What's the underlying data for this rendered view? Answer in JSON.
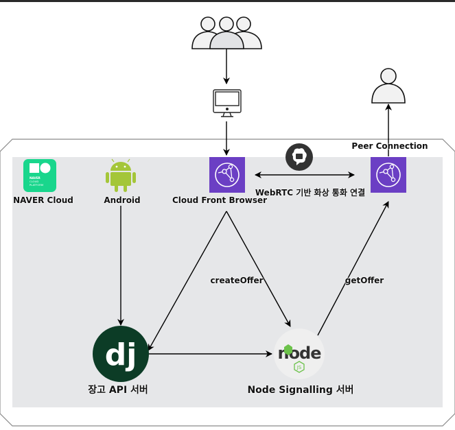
{
  "diagram": {
    "title": "WebRTC video call architecture",
    "nodes": {
      "users_group": {
        "label": "",
        "icon": "users-group-icon"
      },
      "desktop": {
        "label": "",
        "icon": "desktop-monitor-icon"
      },
      "peer_user": {
        "label": "",
        "icon": "user-icon"
      },
      "naver_cloud": {
        "label": "NAVER Cloud",
        "icon": "naver-cloud-platform-logo",
        "logo_text": [
          "NAVER",
          "CLOUD",
          "PLATFORM"
        ]
      },
      "android": {
        "label": "Android",
        "icon": "android-icon"
      },
      "cloudfront": {
        "label": "Cloud Front Browser",
        "icon": "cloudfront-icon"
      },
      "peer_connection": {
        "label": "Peer Connection",
        "icon": "cloudfront-icon"
      },
      "webrtc": {
        "label": "WebRTC 기반 화상 통화 연결",
        "icon": "webrtc-icon"
      },
      "django": {
        "label": "장고 API 서버",
        "icon": "django-icon",
        "logo_text": "dj"
      },
      "node": {
        "label": "Node Signalling 서버",
        "icon": "nodejs-icon",
        "logo_text": "node",
        "sub_text": "JS"
      }
    },
    "edges": [
      {
        "from": "users_group",
        "to": "desktop",
        "label": ""
      },
      {
        "from": "desktop",
        "to": "cloudfront",
        "label": ""
      },
      {
        "from": "cloudfront",
        "to": "peer_connection",
        "label": "",
        "bidirectional": true
      },
      {
        "from": "peer_connection",
        "to": "peer_user",
        "label": ""
      },
      {
        "from": "android",
        "to": "django",
        "label": ""
      },
      {
        "from": "cloudfront",
        "to": "django",
        "label": ""
      },
      {
        "from": "cloudfront",
        "to": "node",
        "label": "createOffer"
      },
      {
        "from": "node",
        "to": "peer_connection",
        "label": "getOffer"
      },
      {
        "from": "django",
        "to": "node",
        "label": ""
      }
    ],
    "colors": {
      "container_fill": "#e6e7e9",
      "frame_stroke": "#8a8a8a",
      "aws_purple": "#6b3fc4",
      "naver_green": "#19d68c",
      "android_green": "#a4c639",
      "django_green": "#0c3c26",
      "node_green": "#6cc24a",
      "webrtc_dark": "#333333"
    }
  }
}
